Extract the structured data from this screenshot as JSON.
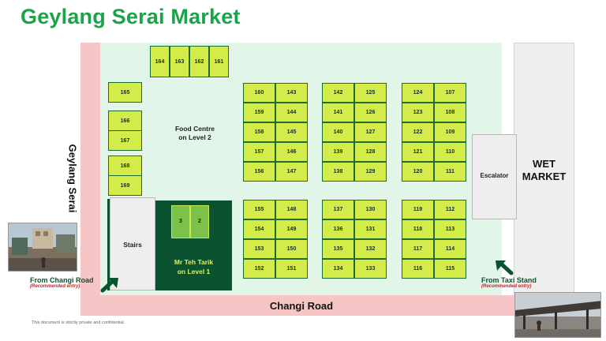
{
  "title": "Geylang Serai Market",
  "roads": {
    "left": "Geylang Serai",
    "bottom": "Changi Road"
  },
  "wet_market": {
    "line1": "WET",
    "line2": "MARKET"
  },
  "escalator_label": "Escalator",
  "stairs_label": "Stairs",
  "food_centre": {
    "line1": "Food Centre",
    "line2": "on Level 2"
  },
  "teh_tarik": {
    "line1": "Mr Teh Tarik",
    "line2": "on Level 1",
    "stalls": [
      "3",
      "2"
    ]
  },
  "entries": {
    "changi": {
      "label": "From Changi Road",
      "note": "(Recommended entry)"
    },
    "taxi": {
      "label": "From Taxi Stand",
      "note": "(Recommended entry)"
    }
  },
  "footer": "This document is strictly private and confidential.",
  "stalls": {
    "top_row": [
      "164",
      "163",
      "162",
      "161"
    ],
    "left_column": [
      "165",
      "166",
      "167",
      "168",
      "169"
    ],
    "blocks": [
      {
        "rows": [
          [
            "160",
            "143"
          ],
          [
            "159",
            "144"
          ],
          [
            "158",
            "145"
          ],
          [
            "157",
            "146"
          ],
          [
            "156",
            "147"
          ]
        ]
      },
      {
        "rows": [
          [
            "142",
            "125"
          ],
          [
            "141",
            "126"
          ],
          [
            "140",
            "127"
          ],
          [
            "139",
            "128"
          ],
          [
            "138",
            "129"
          ]
        ]
      },
      {
        "rows": [
          [
            "124",
            "107"
          ],
          [
            "123",
            "108"
          ],
          [
            "122",
            "109"
          ],
          [
            "121",
            "110"
          ],
          [
            "120",
            "111"
          ]
        ]
      },
      {
        "rows": [
          [
            "155",
            "148"
          ],
          [
            "154",
            "149"
          ],
          [
            "153",
            "150"
          ],
          [
            "152",
            "151"
          ]
        ]
      },
      {
        "rows": [
          [
            "137",
            "130"
          ],
          [
            "136",
            "131"
          ],
          [
            "135",
            "132"
          ],
          [
            "134",
            "133"
          ]
        ]
      },
      {
        "rows": [
          [
            "119",
            "112"
          ],
          [
            "118",
            "113"
          ],
          [
            "117",
            "114"
          ],
          [
            "116",
            "115"
          ]
        ]
      }
    ]
  },
  "colors": {
    "title_green": "#1aa34a",
    "stall_fill": "#d4ec4a",
    "road_pink": "#f6c6c6",
    "floor_mint": "#e2f5e9",
    "dark_green": "#0b5230",
    "note_red": "#c62828"
  }
}
